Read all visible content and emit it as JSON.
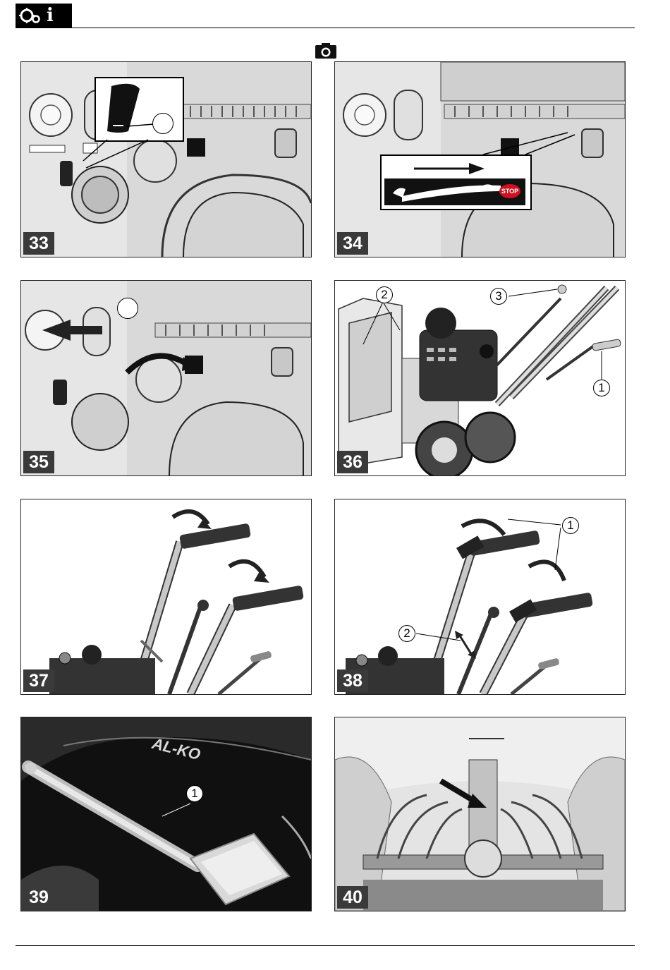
{
  "header": {
    "icons": [
      "gears-icon",
      "info-icon"
    ],
    "info_glyph": "i"
  },
  "section_icon": "camera-icon",
  "figures": [
    {
      "number": "33",
      "callouts": []
    },
    {
      "number": "34",
      "callouts": [],
      "sticker_text": "STOP"
    },
    {
      "number": "35",
      "callouts": []
    },
    {
      "number": "36",
      "callouts": [
        "1",
        "2",
        "3"
      ]
    },
    {
      "number": "37",
      "callouts": []
    },
    {
      "number": "38",
      "callouts": [
        "1",
        "2"
      ]
    },
    {
      "number": "39",
      "callouts": [
        "1"
      ],
      "brand_text": "AL-KO"
    },
    {
      "number": "40",
      "callouts": []
    }
  ],
  "colors": {
    "label_bg": "#3a3a3a",
    "stop_red": "#d01020",
    "panel_bg": "#ececec",
    "photo_dark": "#101010"
  }
}
